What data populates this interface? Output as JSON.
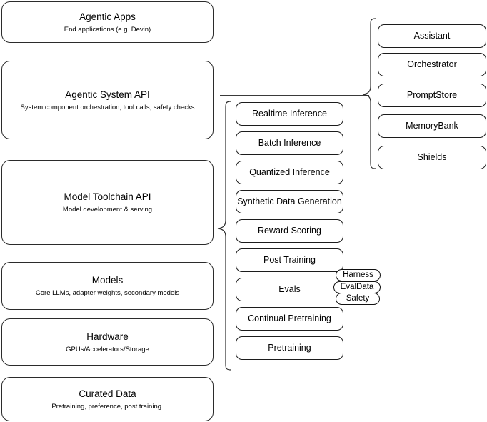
{
  "diagram": {
    "title": "Llama Stack layered architecture",
    "stroke_color": "#2b2b2b",
    "background_color": "#ffffff"
  },
  "left_stack": {
    "items": [
      {
        "title": "Agentic Apps",
        "subtitle": "End applications (e.g. Devin)"
      },
      {
        "title": "Agentic System API",
        "subtitle": "System component orchestration, tool calls, safety checks"
      },
      {
        "title": "Model Toolchain API",
        "subtitle": "Model development & serving"
      },
      {
        "title": "Models",
        "subtitle": "Core LLMs, adapter weights, secondary models"
      },
      {
        "title": "Hardware",
        "subtitle": "GPUs/Accelerators/Storage"
      },
      {
        "title": "Curated Data",
        "subtitle": "Pretraining, preference, post training."
      }
    ]
  },
  "toolchain_column": {
    "items": [
      {
        "label": "Realtime Inference"
      },
      {
        "label": "Batch Inference"
      },
      {
        "label": "Quantized Inference"
      },
      {
        "label": "Synthetic Data Generation"
      },
      {
        "label": "Reward Scoring"
      },
      {
        "label": "Post Training"
      },
      {
        "label": "Evals"
      },
      {
        "label": "Continual Pretraining"
      },
      {
        "label": "Pretraining"
      }
    ]
  },
  "eval_tags": {
    "items": [
      {
        "label": "Harness"
      },
      {
        "label": "EvalData"
      },
      {
        "label": "Safety"
      }
    ]
  },
  "agentic_column": {
    "items": [
      {
        "label": "Assistant"
      },
      {
        "label": "Orchestrator"
      },
      {
        "label": "PromptStore"
      },
      {
        "label": "MemoryBank"
      },
      {
        "label": "Shields"
      }
    ]
  }
}
